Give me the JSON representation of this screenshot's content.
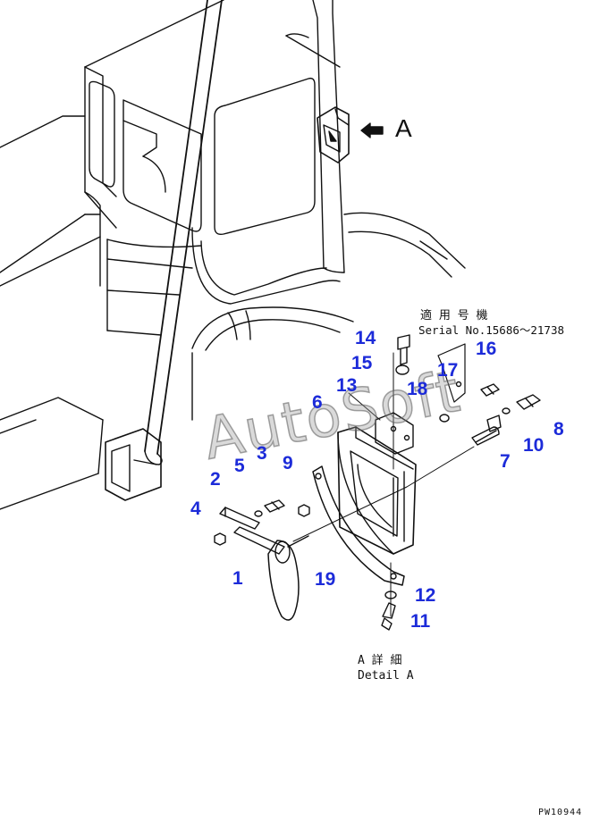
{
  "view": {
    "label": "A"
  },
  "watermark": {
    "text": "AutoSoft"
  },
  "serial_note": {
    "jp": "適 用 号 機",
    "en": "Serial No.15686〜21738"
  },
  "detail": {
    "jp": "A 詳 細",
    "en": "Detail A"
  },
  "drawing_code": "PW10944",
  "callouts": [
    {
      "id": "c1",
      "text": "1"
    },
    {
      "id": "c2",
      "text": "2"
    },
    {
      "id": "c3",
      "text": "3"
    },
    {
      "id": "c4",
      "text": "4"
    },
    {
      "id": "c5",
      "text": "5"
    },
    {
      "id": "c6",
      "text": "6"
    },
    {
      "id": "c7",
      "text": "7"
    },
    {
      "id": "c8",
      "text": "8"
    },
    {
      "id": "c9",
      "text": "9"
    },
    {
      "id": "c10",
      "text": "10"
    },
    {
      "id": "c11",
      "text": "11"
    },
    {
      "id": "c12",
      "text": "12"
    },
    {
      "id": "c13",
      "text": "13"
    },
    {
      "id": "c14",
      "text": "14"
    },
    {
      "id": "c15",
      "text": "15"
    },
    {
      "id": "c16",
      "text": "16"
    },
    {
      "id": "c17",
      "text": "17"
    },
    {
      "id": "c18",
      "text": "18"
    },
    {
      "id": "c19",
      "text": "19"
    }
  ],
  "colors": {
    "callout": "#1c2bd9",
    "line": "#111111"
  }
}
